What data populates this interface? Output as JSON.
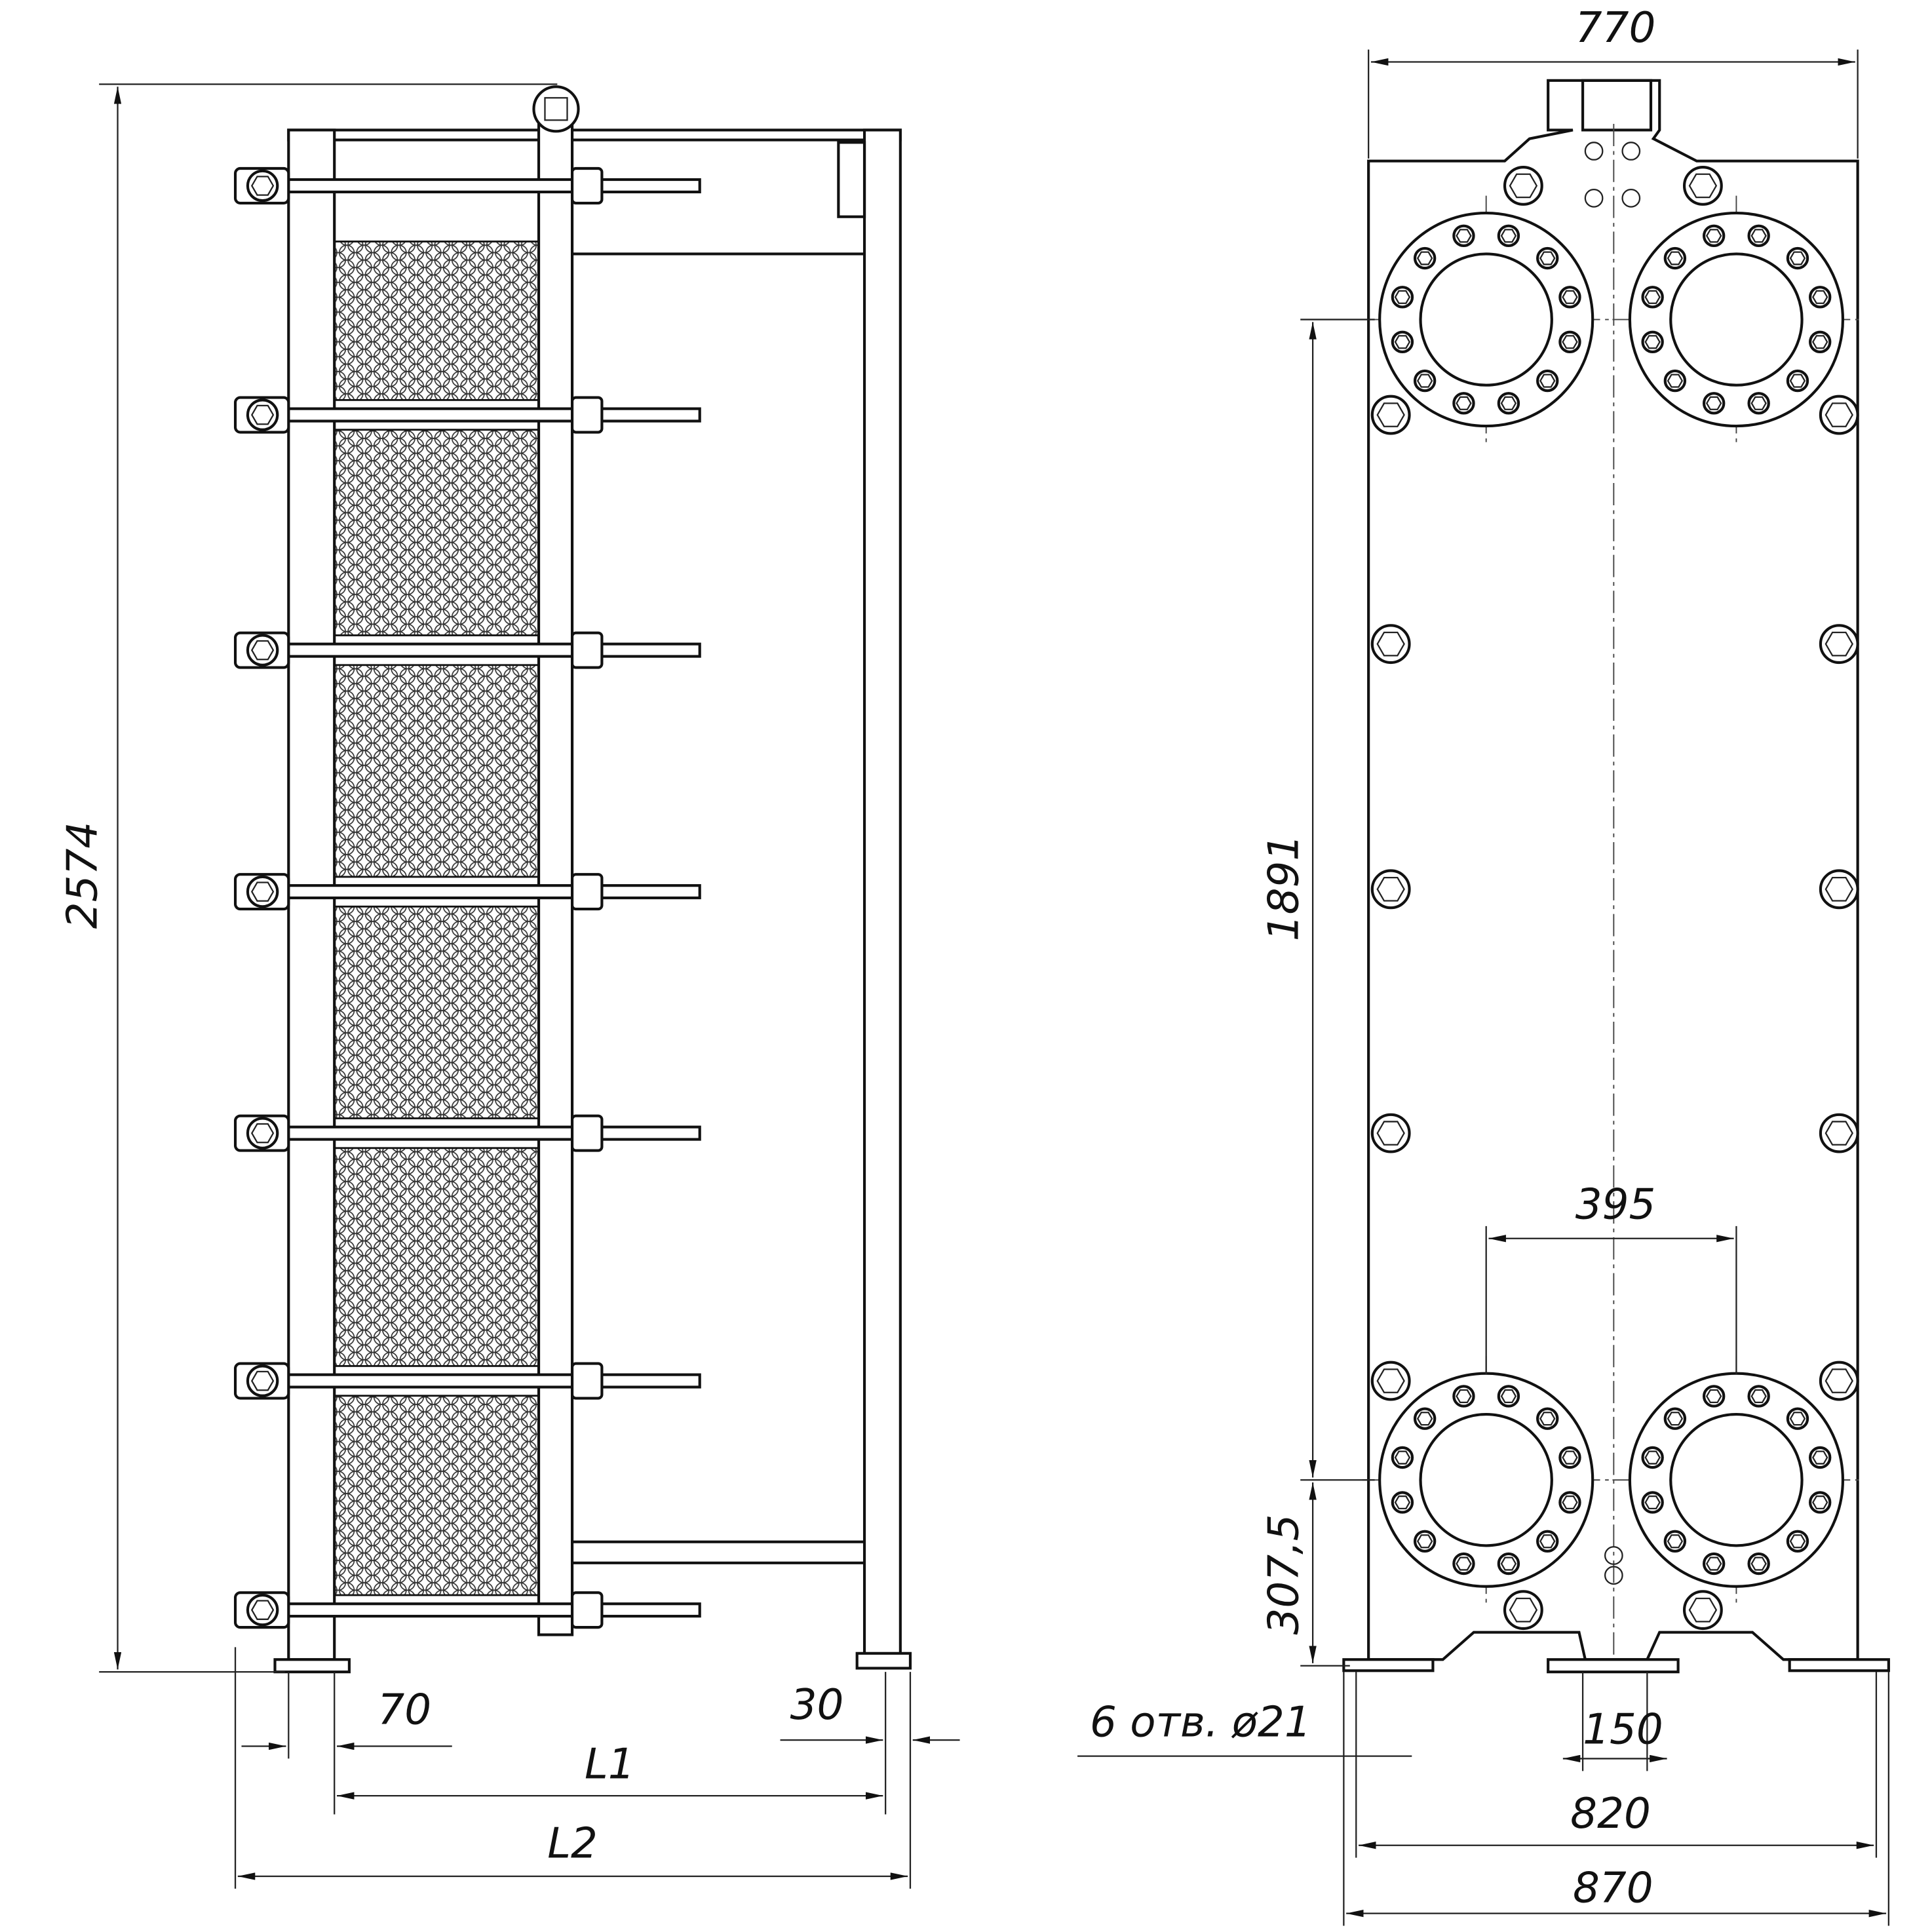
{
  "side_view": {
    "height_label": "2574",
    "foot_width_label": "70",
    "column_foot_label": "30",
    "l1_label": "L1",
    "l2_label": "L2",
    "tie_rod_count": 7
  },
  "front_view": {
    "width_label": "770",
    "port_vertical_spacing_label": "1891",
    "port_horizontal_spacing_label": "395",
    "port_from_base_label": "307,5",
    "holes_label": "6 отв. ø21",
    "center_foot_label": "150",
    "feet_hole_spacing_label": "820",
    "overall_base_label": "870"
  },
  "colors": {
    "line": "#111111",
    "background": "#ffffff"
  }
}
